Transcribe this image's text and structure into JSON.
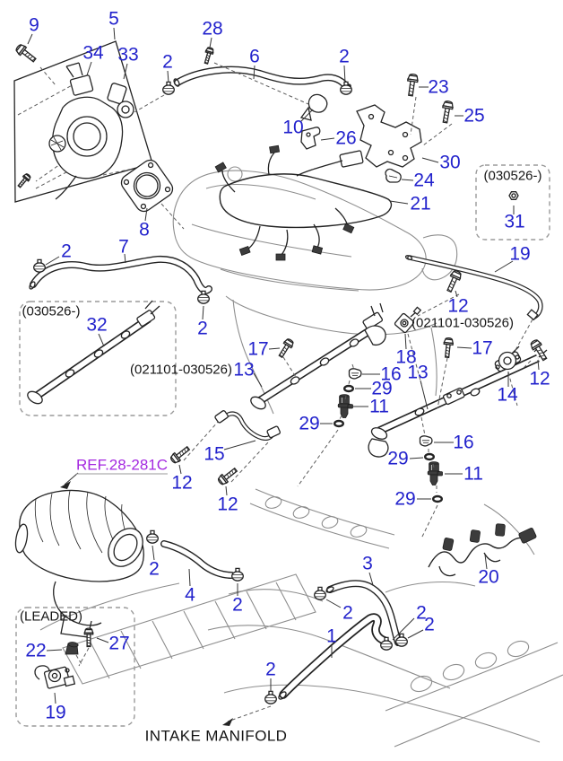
{
  "diagram": {
    "kind": "parts-exploded-diagram",
    "footer_title": "INTAKE MANIFOLD",
    "colors": {
      "callout": "#2222cc",
      "note": "#161616",
      "ref_link": "#a428e0",
      "line_art": "#232323",
      "engine_line": "#8d8d8d",
      "dashed_box": "#9a9a9a"
    }
  },
  "co": {
    "n1": "1",
    "n2": "2",
    "n3": "3",
    "n4": "4",
    "n5": "5",
    "n6": "6",
    "n7": "7",
    "n8": "8",
    "n9": "9",
    "n10": "10",
    "n11": "11",
    "n12": "12",
    "n13": "13",
    "n14": "14",
    "n15": "15",
    "n16": "16",
    "n17": "17",
    "n18": "18",
    "n19": "19",
    "n20": "20",
    "n21": "21",
    "n22": "22",
    "n23": "23",
    "n24": "24",
    "n25": "25",
    "n26": "26",
    "n27": "27",
    "n28": "28",
    "n29": "29",
    "n30": "30",
    "n31": "31",
    "n32": "32",
    "n33": "33",
    "n34": "34"
  },
  "notes": {
    "from_030526": "(030526-)",
    "range_021101_030526": "(021101-030526)",
    "leaded": "(LEADED)",
    "ref": "REF.28-281C",
    "intake_manifold": "INTAKE MANIFOLD"
  }
}
